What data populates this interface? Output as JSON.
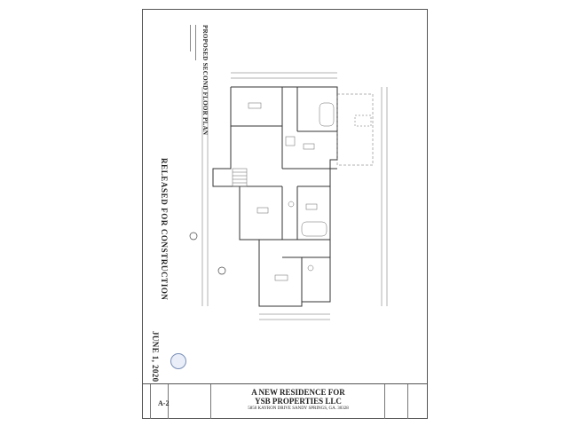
{
  "plan_title": "PROPOSED SECOND FLOOR PLAN",
  "stamp": "RELEASED FOR CONSTRUCTION",
  "date": "JUNE 1, 2020",
  "title_block": {
    "line1": "A NEW RESIDENCE FOR",
    "line2": "YSB PROPERTIES LLC",
    "line3": "5850 KAYRON DRIVE  SANDY SPRINGS, GA. 30328"
  },
  "sheet_number": "A-2"
}
